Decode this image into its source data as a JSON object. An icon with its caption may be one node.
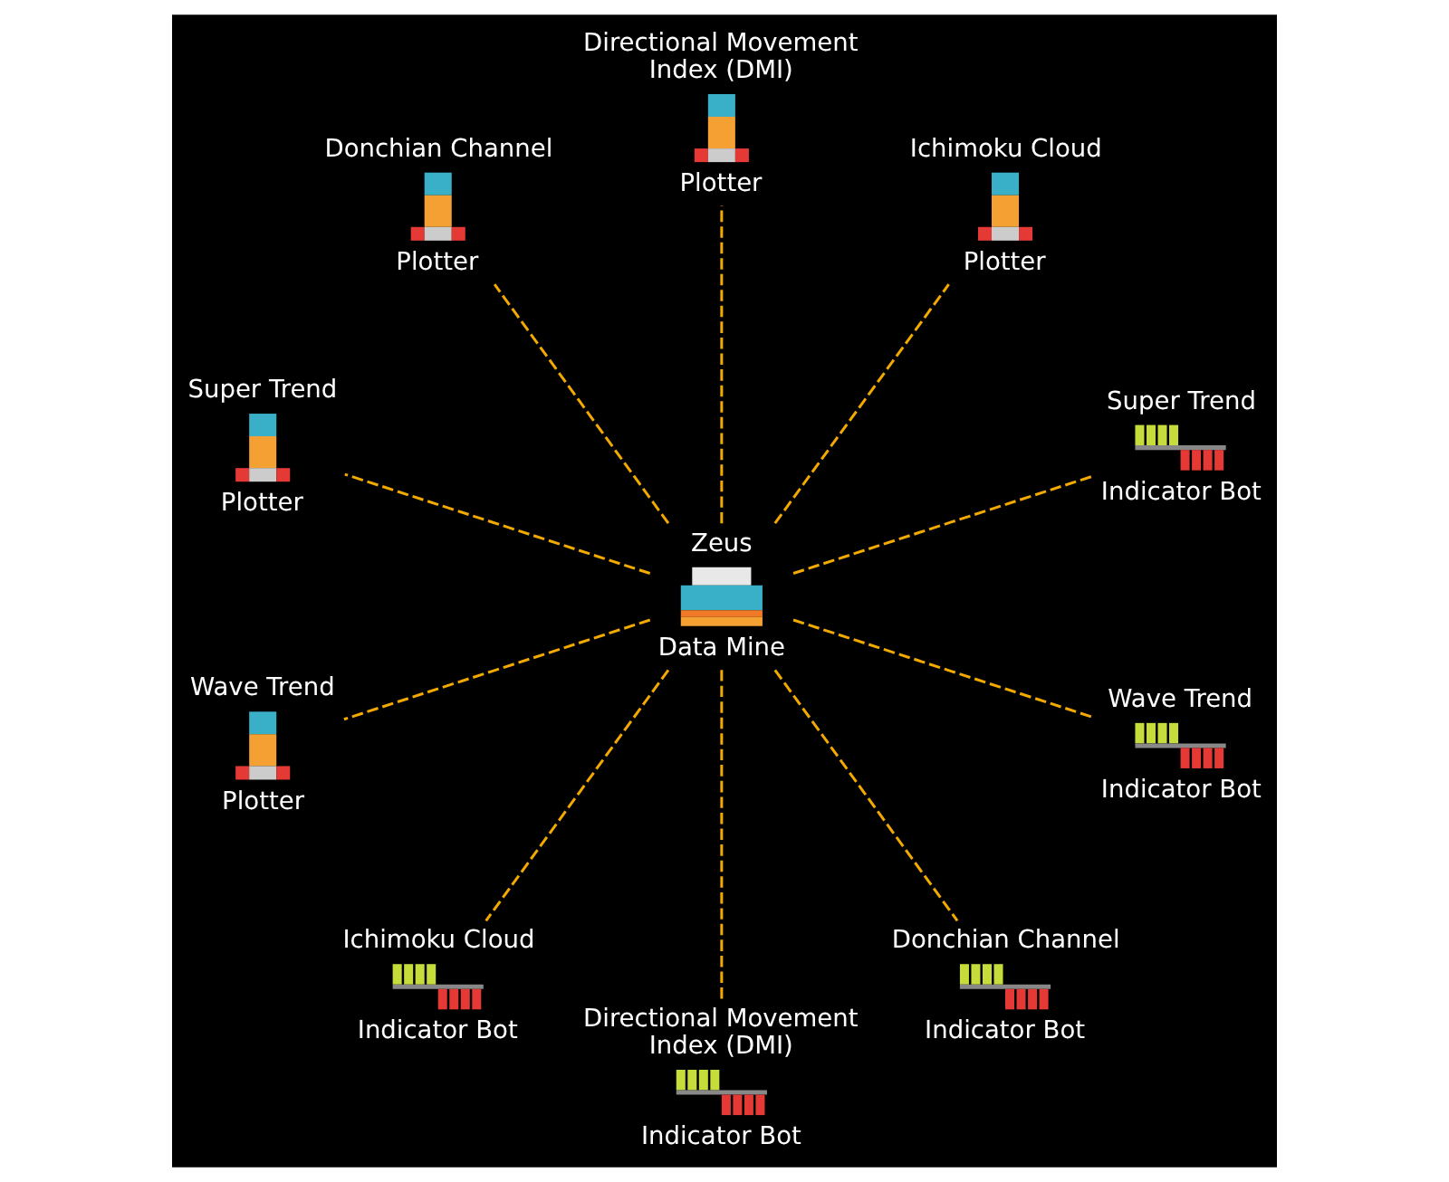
{
  "diagram": {
    "nodes": [
      {
        "text": [
          "Donchian Channel",
          "Plotter"
        ]
      },
      {
        "text": [
          "Directional Movement Index (DMI)",
          "Plotter"
        ]
      },
      {
        "text": [
          "Super Trend",
          "Plotter"
        ]
      },
      {
        "text": [
          "Ichimoku Cloud",
          "Plotter"
        ]
      },
      {
        "text": [
          "Wave Trend",
          "Plotter"
        ]
      },
      {
        "text": [
          "Zeus",
          "Data Mine"
        ]
      },
      {
        "text": [
          "Super Trend",
          "Indicator Bot"
        ]
      },
      {
        "text": [
          "Ichimoku Cloud",
          "Indicator Bot"
        ]
      },
      {
        "text": [
          "Wave Trend",
          "Indicator Bot"
        ]
      },
      {
        "text": [
          "Directional Movement Index (DMI)",
          "Indicator Bot"
        ]
      },
      {
        "text": [
          "Donchian Channel",
          "Indicator Bot"
        ]
      }
    ],
    "edges": [
      {
        "from": 5,
        "to": 0,
        "arrow": "none",
        "style": "dashed"
      },
      {
        "from": 5,
        "to": 1,
        "arrow": "none",
        "style": "dashed"
      },
      {
        "from": 5,
        "to": 3,
        "arrow": "none",
        "style": "dashed"
      },
      {
        "from": 5,
        "to": 6,
        "arrow": "none",
        "style": "dashed"
      },
      {
        "from": 5,
        "to": 8,
        "arrow": "none",
        "style": "dashed"
      },
      {
        "from": 5,
        "to": 10,
        "arrow": "none",
        "style": "dashed"
      },
      {
        "from": 5,
        "to": 9,
        "arrow": "none",
        "style": "dashed"
      },
      {
        "from": 5,
        "to": 7,
        "arrow": "none",
        "style": "dashed"
      },
      {
        "from": 5,
        "to": 4,
        "arrow": "none",
        "style": "dashed"
      },
      {
        "from": 5,
        "to": 2,
        "arrow": "none",
        "style": "dashed"
      }
    ]
  }
}
